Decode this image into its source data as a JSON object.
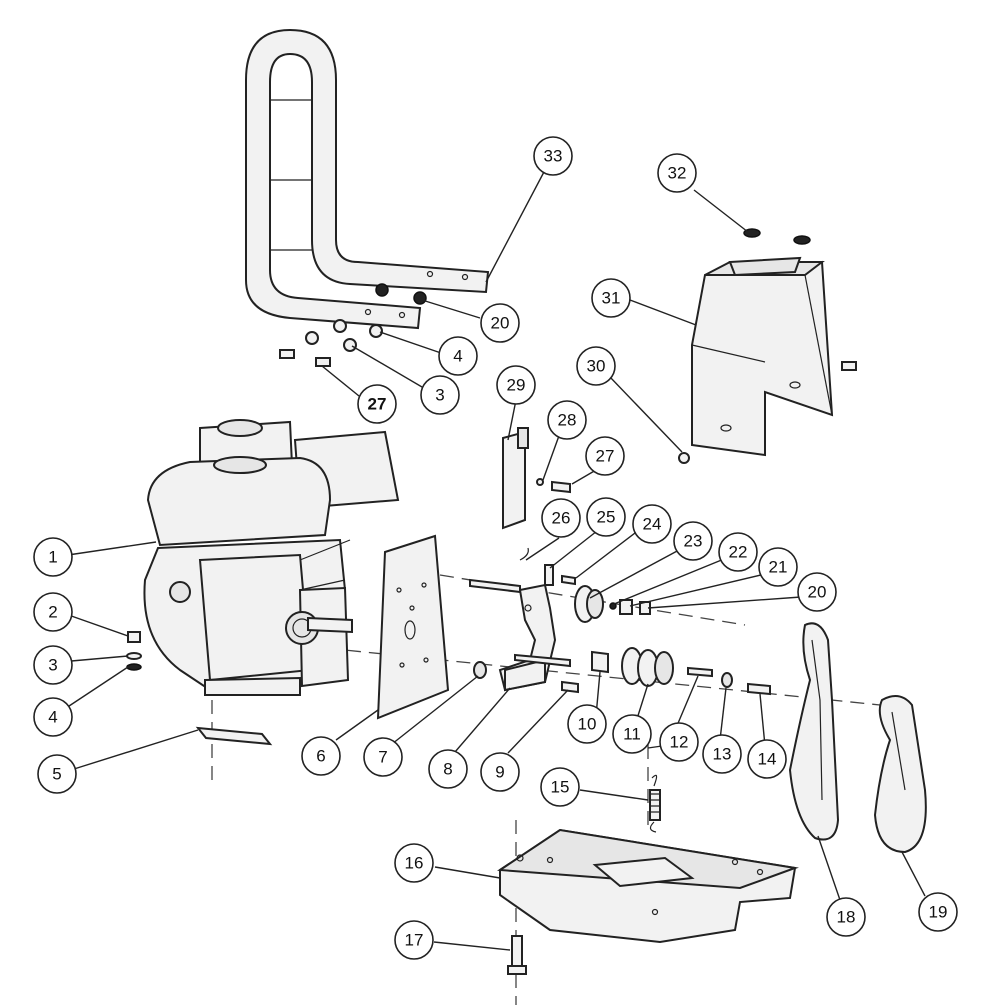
{
  "diagram": {
    "callouts": [
      {
        "id": "c33",
        "label": "33"
      },
      {
        "id": "c32",
        "label": "32"
      },
      {
        "id": "c31",
        "label": "31"
      },
      {
        "id": "c30",
        "label": "30"
      },
      {
        "id": "c29",
        "label": "29"
      },
      {
        "id": "c28",
        "label": "28"
      },
      {
        "id": "c27a",
        "label": "27"
      },
      {
        "id": "c27b",
        "label": "27"
      },
      {
        "id": "c26",
        "label": "26"
      },
      {
        "id": "c25",
        "label": "25"
      },
      {
        "id": "c24",
        "label": "24"
      },
      {
        "id": "c23",
        "label": "23"
      },
      {
        "id": "c22",
        "label": "22"
      },
      {
        "id": "c21",
        "label": "21"
      },
      {
        "id": "c20a",
        "label": "20"
      },
      {
        "id": "c20b",
        "label": "20"
      },
      {
        "id": "c19",
        "label": "19"
      },
      {
        "id": "c18",
        "label": "18"
      },
      {
        "id": "c17",
        "label": "17"
      },
      {
        "id": "c16",
        "label": "16"
      },
      {
        "id": "c15",
        "label": "15"
      },
      {
        "id": "c14",
        "label": "14"
      },
      {
        "id": "c13",
        "label": "13"
      },
      {
        "id": "c12",
        "label": "12"
      },
      {
        "id": "c11",
        "label": "11"
      },
      {
        "id": "c10",
        "label": "10"
      },
      {
        "id": "c9",
        "label": "9"
      },
      {
        "id": "c8",
        "label": "8"
      },
      {
        "id": "c7",
        "label": "7"
      },
      {
        "id": "c6",
        "label": "6"
      },
      {
        "id": "c5",
        "label": "5"
      },
      {
        "id": "c4a",
        "label": "4"
      },
      {
        "id": "c4b",
        "label": "4"
      },
      {
        "id": "c3a",
        "label": "3"
      },
      {
        "id": "c3b",
        "label": "3"
      },
      {
        "id": "c2",
        "label": "2"
      },
      {
        "id": "c1",
        "label": "1"
      }
    ]
  }
}
